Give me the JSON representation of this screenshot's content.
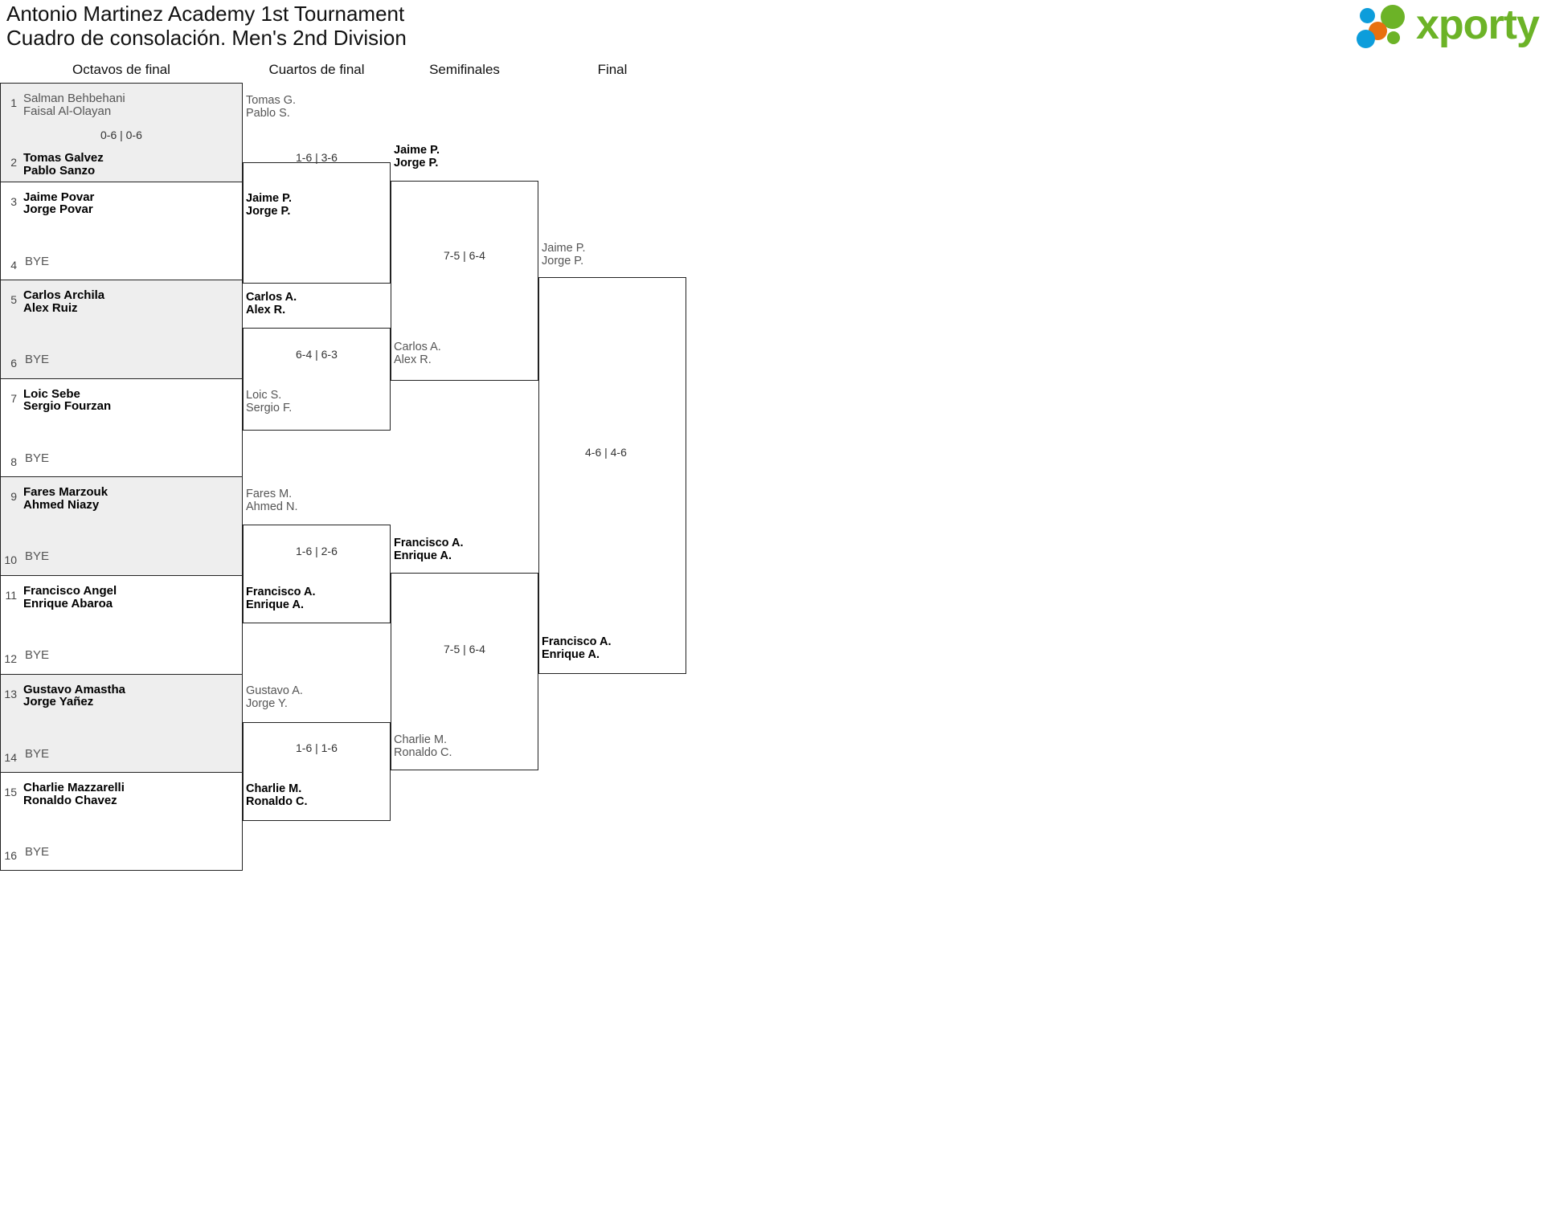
{
  "header": {
    "title_line1": "Antonio Martinez Academy 1st Tournament",
    "title_line2": "Cuadro de consolación. Men's 2nd Division",
    "logo_text": "xporty",
    "logo_colors": {
      "blue": "#0d9ddb",
      "orange": "#e8700f",
      "green": "#6cb327"
    }
  },
  "rounds": [
    {
      "label": "Octavos de final"
    },
    {
      "label": "Cuartos de final"
    },
    {
      "label": "Semifinales"
    },
    {
      "label": "Final"
    }
  ],
  "bracket": {
    "round1": [
      {
        "seed_top": "1",
        "top": {
          "p1": "Salman Behbehani",
          "p2": "Faisal Al-Olayan",
          "result": "lose"
        },
        "seed_bottom": "2",
        "bottom": {
          "p1": "Tomas Galvez",
          "p2": "Pablo Sanzo",
          "result": "win"
        },
        "score": "0-6 | 0-6",
        "shaded": true
      },
      {
        "seed_top": "3",
        "top": {
          "p1": "Jaime Povar",
          "p2": "Jorge Povar",
          "result": "win"
        },
        "seed_bottom": "4",
        "bottom": {
          "bye": "BYE"
        },
        "score": "",
        "shaded": false
      },
      {
        "seed_top": "5",
        "top": {
          "p1": "Carlos Archila",
          "p2": "Alex Ruiz",
          "result": "win"
        },
        "seed_bottom": "6",
        "bottom": {
          "bye": "BYE"
        },
        "score": "",
        "shaded": true
      },
      {
        "seed_top": "7",
        "top": {
          "p1": "Loic Sebe",
          "p2": "Sergio Fourzan",
          "result": "win"
        },
        "seed_bottom": "8",
        "bottom": {
          "bye": "BYE"
        },
        "score": "",
        "shaded": false
      },
      {
        "seed_top": "9",
        "top": {
          "p1": "Fares Marzouk",
          "p2": "Ahmed Niazy",
          "result": "win"
        },
        "seed_bottom": "10",
        "bottom": {
          "bye": "BYE"
        },
        "score": "",
        "shaded": true
      },
      {
        "seed_top": "11",
        "top": {
          "p1": "Francisco Angel",
          "p2": "Enrique Abaroa",
          "result": "win"
        },
        "seed_bottom": "12",
        "bottom": {
          "bye": "BYE"
        },
        "score": "",
        "shaded": false
      },
      {
        "seed_top": "13",
        "top": {
          "p1": "Gustavo Amastha",
          "p2": "Jorge Yañez",
          "result": "win"
        },
        "seed_bottom": "14",
        "bottom": {
          "bye": "BYE"
        },
        "score": "",
        "shaded": true
      },
      {
        "seed_top": "15",
        "top": {
          "p1": "Charlie Mazzarelli",
          "p2": "Ronaldo Chavez",
          "result": "win"
        },
        "seed_bottom": "16",
        "bottom": {
          "bye": "BYE"
        },
        "score": "",
        "shaded": false
      }
    ],
    "quarterfinals": [
      {
        "top": {
          "p1": "Tomas G.",
          "p2": "Pablo S.",
          "result": "lose"
        },
        "bottom": {
          "p1": "Jaime P.",
          "p2": "Jorge P.",
          "result": "win"
        },
        "score": "1-6 | 3-6"
      },
      {
        "top": {
          "p1": "Carlos A.",
          "p2": "Alex R.",
          "result": "win"
        },
        "bottom": {
          "p1": "Loic S.",
          "p2": "Sergio F.",
          "result": "lose"
        },
        "score": "6-4 | 6-3"
      },
      {
        "top": {
          "p1": "Fares M.",
          "p2": "Ahmed N.",
          "result": "lose"
        },
        "bottom": {
          "p1": "Francisco A.",
          "p2": "Enrique A.",
          "result": "win"
        },
        "score": "1-6 | 2-6"
      },
      {
        "top": {
          "p1": "Gustavo A.",
          "p2": "Jorge Y.",
          "result": "lose"
        },
        "bottom": {
          "p1": "Charlie M.",
          "p2": "Ronaldo C.",
          "result": "win"
        },
        "score": "1-6 | 1-6"
      }
    ],
    "semifinals": [
      {
        "top": {
          "p1": "Jaime P.",
          "p2": "Jorge P.",
          "result": "win"
        },
        "bottom": {
          "p1": "Carlos A.",
          "p2": "Alex R.",
          "result": "lose"
        },
        "score": "7-5 | 6-4"
      },
      {
        "top": {
          "p1": "Francisco A.",
          "p2": "Enrique A.",
          "result": "win"
        },
        "bottom": {
          "p1": "Charlie M.",
          "p2": "Ronaldo C.",
          "result": "lose"
        },
        "score": "7-5 | 6-4"
      }
    ],
    "final": {
      "top": {
        "p1": "Jaime P.",
        "p2": "Jorge P.",
        "result": "lose"
      },
      "bottom": {
        "p1": "Francisco A.",
        "p2": "Enrique A.",
        "result": "win"
      },
      "score": "4-6 | 4-6"
    }
  }
}
